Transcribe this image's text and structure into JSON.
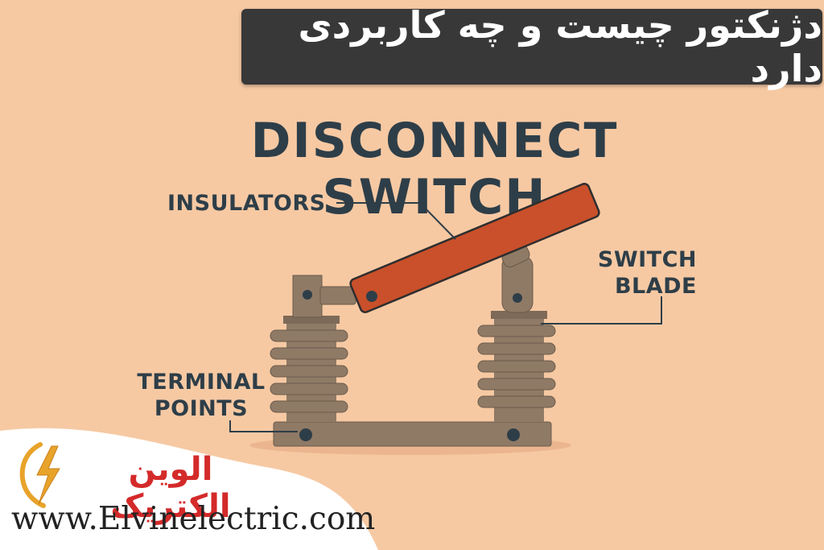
{
  "banner": {
    "title": "دژنکتور چیست و چه کاربردی دارد"
  },
  "diagram": {
    "heading": "DISCONNECT SWITCH",
    "labels": {
      "insulators": "INSULATORS",
      "switch_blade_line1": "SWITCH",
      "switch_blade_line2": "BLADE",
      "terminal_line1": "TERMINAL",
      "terminal_line2": "POINTS"
    },
    "colors": {
      "background": "#f6c9a3",
      "insulator": "#8f7a66",
      "blade": "#c9502a",
      "text": "#2e3e48"
    }
  },
  "brand": {
    "name": "الوین الکتریک",
    "url": "www.Elvinelectric.com",
    "logo_icon": "lightning-bolt-icon",
    "accent_color": "#d42a2a"
  }
}
